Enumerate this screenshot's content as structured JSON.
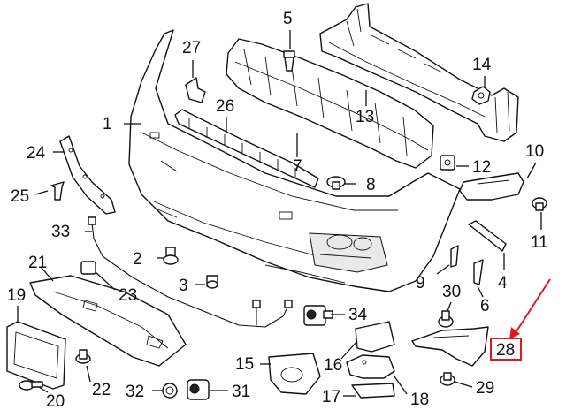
{
  "diagram": {
    "callouts": {
      "c1": "1",
      "c2": "2",
      "c3": "3",
      "c4": "4",
      "c5": "5",
      "c6": "6",
      "c7": "7",
      "c8": "8",
      "c9": "9",
      "c10": "10",
      "c11": "11",
      "c12": "12",
      "c13": "13",
      "c14": "14",
      "c15": "15",
      "c16": "16",
      "c17": "17",
      "c18": "18",
      "c19": "19",
      "c20": "20",
      "c21": "21",
      "c22": "22",
      "c23": "23",
      "c24": "24",
      "c25": "25",
      "c26": "26",
      "c27": "27",
      "c28": "28",
      "c29": "29",
      "c30": "30",
      "c31": "31",
      "c32": "32",
      "c33": "33",
      "c34": "34"
    },
    "highlight_color": "#e0191f",
    "ink_color": "#111111"
  }
}
